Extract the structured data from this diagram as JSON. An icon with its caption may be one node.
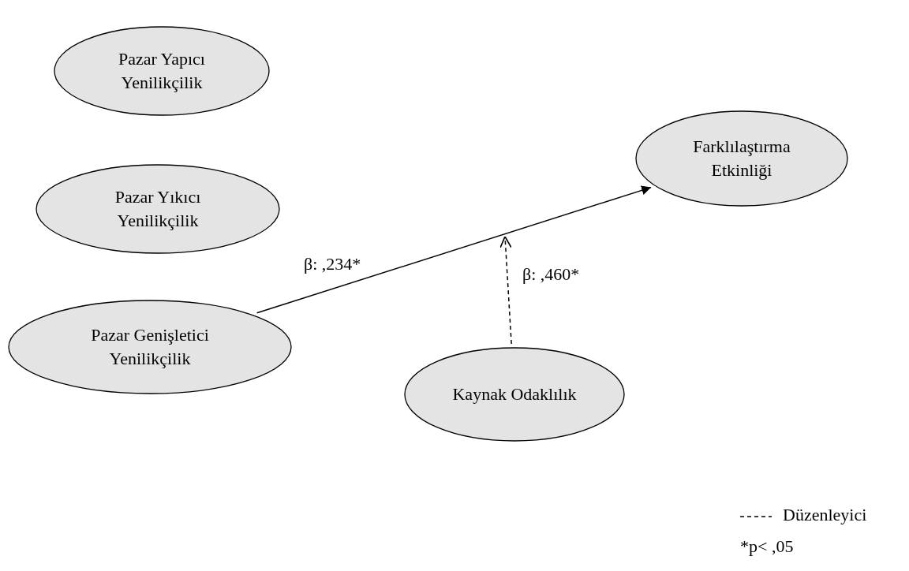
{
  "diagram": {
    "nodes": [
      {
        "text": [
          "Pazar Yapıcı Yenilikçilik"
        ]
      },
      {
        "text": [
          "Pazar Yıkıcı Yenilikçilik"
        ]
      },
      {
        "text": [
          "Pazar Genişletici Yenilikçilik"
        ]
      },
      {
        "text": [
          "Farklılaştırma Etkinliği"
        ]
      },
      {
        "text": [
          "Kaynak Odaklılık"
        ]
      }
    ],
    "edges": [
      {
        "from": 2,
        "to": 3,
        "arrow": "to",
        "label": "β: ,234*"
      },
      {
        "from": 4,
        "to": null,
        "arrow": "to",
        "label": "β: ,460*",
        "style": "dashed"
      }
    ],
    "labels": [
      "*p< ,05"
    ],
    "legend": [
      {
        "text": "Düzenleyici"
      }
    ]
  }
}
